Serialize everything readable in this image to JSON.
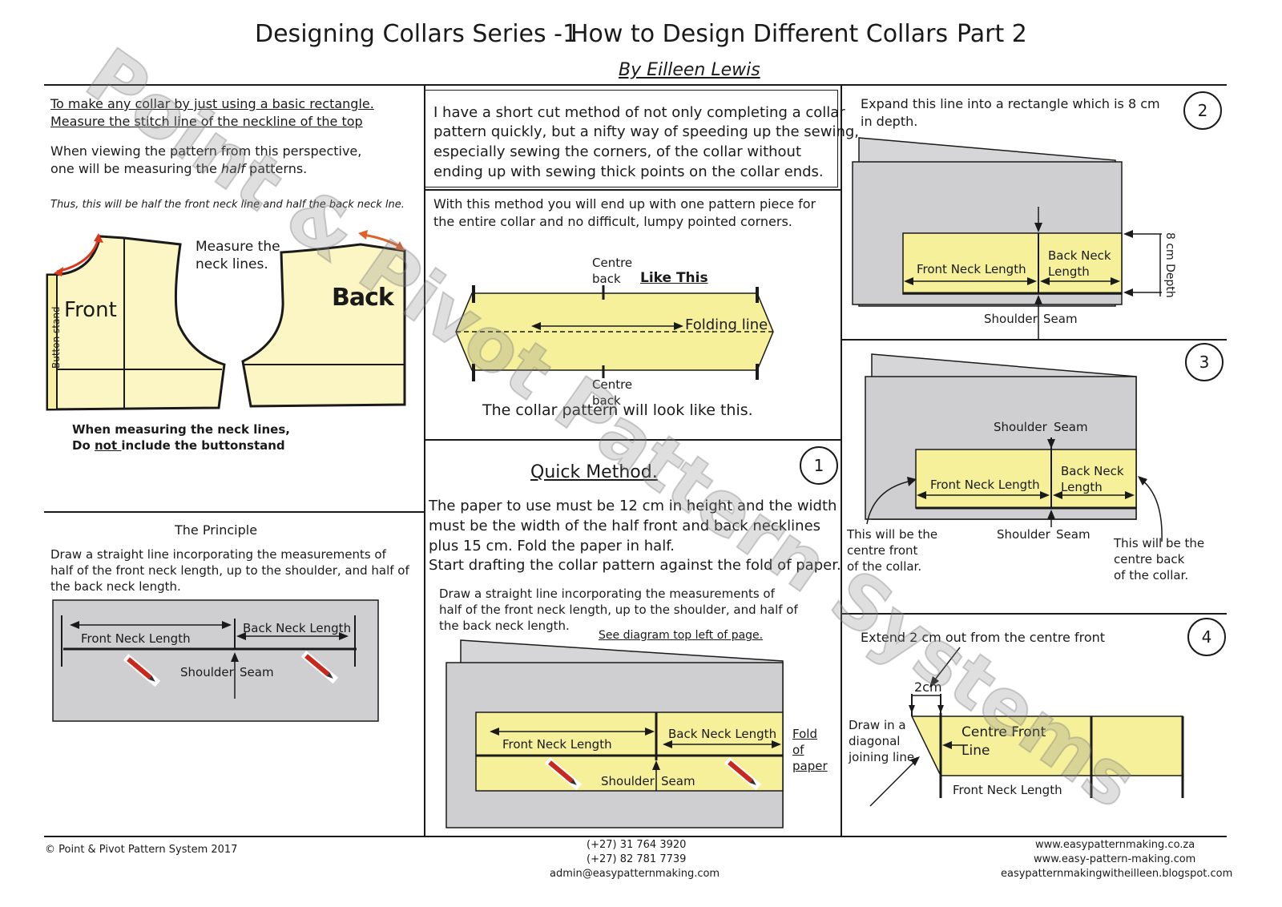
{
  "header": {
    "title_series": "Designing Collars Series -1",
    "title_main": "How to Design Different Collars",
    "title_part": "Part 2",
    "author": "By Eilleen Lewis"
  },
  "left_top": {
    "heading_1": "To make any collar by just using a basic rectangle.",
    "heading_2": "Measure the stitch line of the neckline of the top",
    "para_1": "When viewing the pattern from this perspective,",
    "para_2a": "one will be measuring the ",
    "para_2b": "half",
    "para_2c": " patterns.",
    "thus": "Thus, this will be half the front neck line and half the back neck lne.",
    "measure_1": "Measure the",
    "measure_2": "neck lines.",
    "front": "Front",
    "back": "Back",
    "button_stand": "Button stand",
    "warn_1": "When measuring the neck lines,",
    "warn_2a": "Do ",
    "warn_2b": "not ",
    "warn_2c": "include the buttonstand"
  },
  "left_bottom": {
    "title": "The Principle",
    "para_1": "Draw a straight line  incorporating the measurements of",
    "para_2": "half of the front neck length, up to the shoulder, and half of",
    "para_3": "the back neck length.",
    "front_neck": "Front Neck Length",
    "back_neck": "Back Neck Length",
    "shoulder": "Shoulder",
    "seam": "Seam"
  },
  "middle_top": {
    "intro_1": "I have a short cut method of not only completing a collar",
    "intro_2": "pattern quickly, but a nifty way of speeding up the sewing,",
    "intro_3": "especially sewing the corners, of the collar without",
    "intro_4": "ending up with sewing thick points on the collar ends.",
    "method_1": "With this method you will end up with one pattern piece for",
    "method_2": "the entire collar and no difficult, lumpy pointed corners.",
    "centre_back_top_1": "Centre",
    "centre_back_top_2": "back",
    "like_this": "Like This",
    "folding_line": "Folding line",
    "centre_back_bottom_1": "Centre",
    "centre_back_bottom_2": "back",
    "caption": "The collar pattern will look like this."
  },
  "middle_bottom": {
    "step": "1",
    "title": "Quick Method.",
    "para_1": "The paper to use must be 12 cm in height and the width",
    "para_2": "must be the width of the half front and back necklines",
    "para_3": "plus 15 cm. Fold the paper in half.",
    "para_4": "Start drafting the collar pattern against the fold of paper.",
    "sub_1": "Draw a straight line  incorporating the measurements of",
    "sub_2": "half of the front neck length, up to the shoulder, and half of",
    "sub_3": "the back neck length.",
    "see_diagram": "See diagram top left of page.",
    "front_neck": "Front Neck Length",
    "back_neck": "Back Neck Length",
    "shoulder": "Shoulder",
    "seam": "Seam",
    "fold_1": "Fold",
    "fold_2": "of",
    "fold_3": "paper"
  },
  "right_2": {
    "step": "2",
    "text_1": "Expand this line into a rectangle which is 8 cm",
    "text_2": "in depth.",
    "front_neck": "Front Neck Length",
    "back_neck_1": "Back Neck",
    "back_neck_2": "Length",
    "depth": "8 cm Depth",
    "shoulder": "Shoulder",
    "seam": "Seam"
  },
  "right_3": {
    "step": "3",
    "shoulder_top": "Shoulder",
    "seam_top": "Seam",
    "front_neck": "Front Neck Length",
    "back_neck_1": "Back Neck",
    "back_neck_2": "Length",
    "shoulder_bottom": "Shoulder",
    "seam_bottom": "Seam",
    "cf_1": "This will be the",
    "cf_2": "centre front",
    "cf_3": "of the collar.",
    "cb_1": "This will be the",
    "cb_2": "centre back",
    "cb_3": "of the collar."
  },
  "right_4": {
    "step": "4",
    "extend": "Extend 2 cm out from the centre front",
    "two_cm": "2cm",
    "diag_1": "Draw in a",
    "diag_2": "diagonal",
    "diag_3": "joining line.",
    "cf_line_1": "Centre Front",
    "cf_line_2": "Line",
    "front_neck": "Front Neck Length"
  },
  "footer": {
    "copyright": "© Point & Pivot Pattern System 2017",
    "phone_1": "(+27) 31 764 3920",
    "phone_2": "(+27) 82 781 7739",
    "email": "admin@easypatternmaking.com",
    "web_1": "www.easypatternmaking.co.za",
    "web_2": "www.easy-pattern-making.com",
    "web_3": "easypatternmakingwitheilleen.blogspot.com"
  },
  "watermark": "Point & Pivot Pattern Systems",
  "colors": {
    "paper_yellow": "#fbf6c3",
    "pattern_yellow": "#f6f09a",
    "grey": "#cfcfd1",
    "arrow_red": "#d83a1e",
    "arrow_orange": "#e0602a"
  }
}
